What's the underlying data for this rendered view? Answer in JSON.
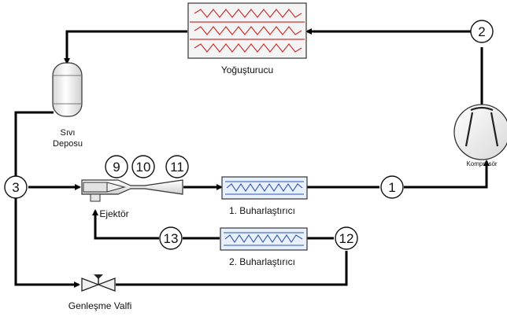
{
  "labels": {
    "condenser": "Yoğuşturucu",
    "tank_line1": "Sıvı",
    "tank_line2": "Deposu",
    "compressor": "Kompresör",
    "ejector": "Ejektör",
    "evaporator1": "1. Buharlaştırıcı",
    "evaporator2": "2. Buharlaştırıcı",
    "valve": "Genleşme Valfi"
  },
  "state_points": {
    "p1": "1",
    "p2": "2",
    "p3": "3",
    "p9": "9",
    "p10": "10",
    "p11": "11",
    "p12": "12",
    "p13": "13"
  },
  "colors": {
    "pipe": "#000000",
    "condenser_coil": "#cc3333",
    "evaporator_coil": "#2a55b5",
    "evaporator_fill": "#e8f0fb",
    "component_fill": "#f4f4f4"
  }
}
